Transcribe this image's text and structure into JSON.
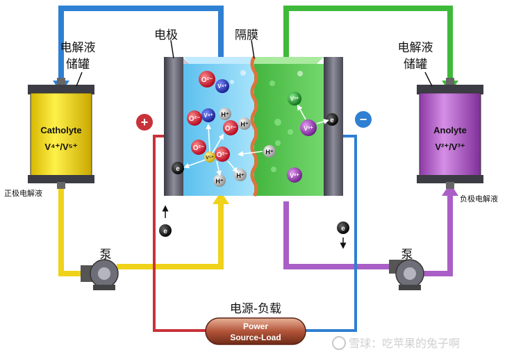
{
  "labels": {
    "electrode": "电极",
    "membrane": "隔膜",
    "tank_left": "电解液\n储罐",
    "tank_right": "电解液\n储罐",
    "pos_electrolyte": "正极电解液",
    "neg_electrolyte": "负极电解液",
    "pump_left": "泵",
    "pump_right": "泵",
    "power_title": "电源-负载",
    "power_box": "Power\nSource-Load",
    "watermark": "雪球：吃苹果的兔子啊"
  },
  "tanks": {
    "catholyte": {
      "name": "Catholyte",
      "ions": "V⁴⁺/V⁵⁺",
      "color": "#f2d800"
    },
    "anolyte": {
      "name": "Anolyte",
      "ions": "V²⁺/V³⁺",
      "color": "#b14fc7"
    }
  },
  "terminals": {
    "positive": "+",
    "negative": "−"
  },
  "electron": "e",
  "ions": {
    "o2": "O²⁻",
    "v4": "V⁴⁺",
    "v5": "V⁵⁺",
    "h": "H⁺",
    "v3": "V³⁺",
    "v2": "V²⁺"
  },
  "colors": {
    "blue_pipe": "#2f7fd2",
    "green_pipe": "#3fb93a",
    "yellow_pipe": "#efd21a",
    "purple_pipe": "#a95fc6",
    "red_wire": "#c8323a",
    "cathode_cell": "#8dd7f5",
    "anode_cell": "#5ccd55",
    "membrane": "#e0743a"
  }
}
